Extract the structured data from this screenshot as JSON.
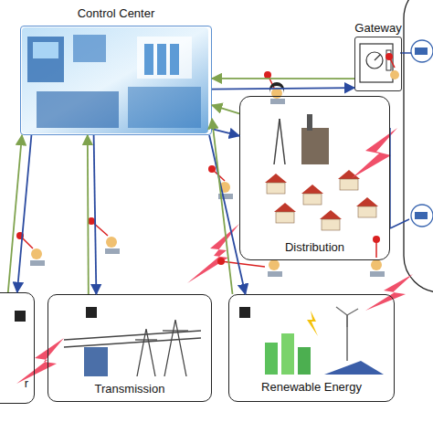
{
  "diagram": {
    "nodes": [
      {
        "text": [
          "Control Center"
        ]
      },
      {
        "text": [
          "Gateway"
        ]
      },
      {
        "text": [
          "Distribution"
        ]
      },
      {
        "text": [
          "r"
        ]
      },
      {
        "text": [
          "Transmission"
        ]
      },
      {
        "text": [
          "Renewable Energy"
        ]
      }
    ],
    "edges": [
      {
        "from": 1,
        "to": 0,
        "arrow": "to"
      },
      {
        "from": 0,
        "to": 1,
        "arrow": "to"
      },
      {
        "from": 0,
        "to": 2,
        "arrow": "to"
      },
      {
        "from": 2,
        "to": 0,
        "arrow": "to"
      },
      {
        "from": 0,
        "to": 3,
        "arrow": "to"
      },
      {
        "from": 3,
        "to": 0,
        "arrow": "to"
      },
      {
        "from": 0,
        "to": 4,
        "arrow": "to"
      },
      {
        "from": 4,
        "to": 0,
        "arrow": "to"
      },
      {
        "from": 0,
        "to": 5,
        "arrow": "to"
      },
      {
        "from": 5,
        "to": 0,
        "arrow": "to"
      }
    ]
  }
}
